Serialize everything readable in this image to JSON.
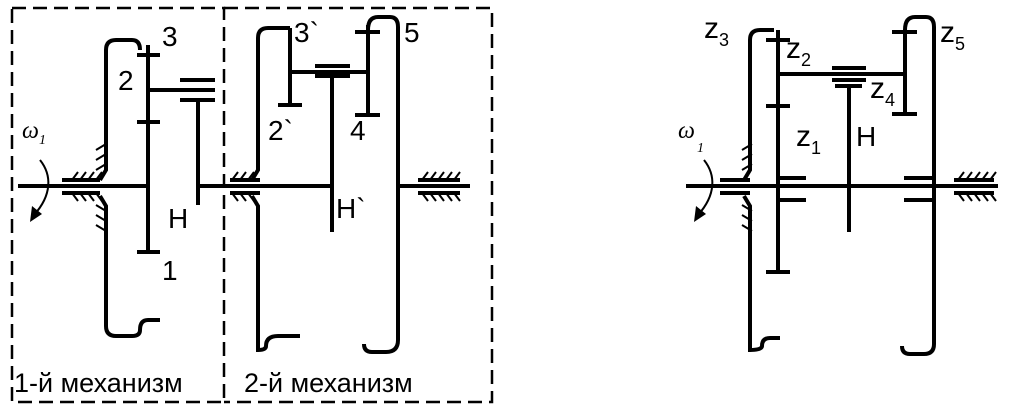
{
  "left_diagram": {
    "box1_label": "1-й механизм",
    "box2_label": "2-й механизм",
    "labels": {
      "gear1": "1",
      "gear2": "2",
      "gear3": "3",
      "gear2p": "2`",
      "gear3p": "3`",
      "gear4": "4",
      "gear5": "5",
      "carrier": "H",
      "carrier2": "H`"
    },
    "omega": {
      "symbol": "ω",
      "subscript": "1"
    }
  },
  "right_diagram": {
    "labels": {
      "z1": {
        "base": "z",
        "sub": "1"
      },
      "z2": {
        "base": "z",
        "sub": "2"
      },
      "z3": {
        "base": "z",
        "sub": "3"
      },
      "z4": {
        "base": "z",
        "sub": "4"
      },
      "z5": {
        "base": "z",
        "sub": "5"
      },
      "carrier": "H"
    },
    "omega": {
      "symbol": "ω",
      "subscript": "1"
    }
  }
}
